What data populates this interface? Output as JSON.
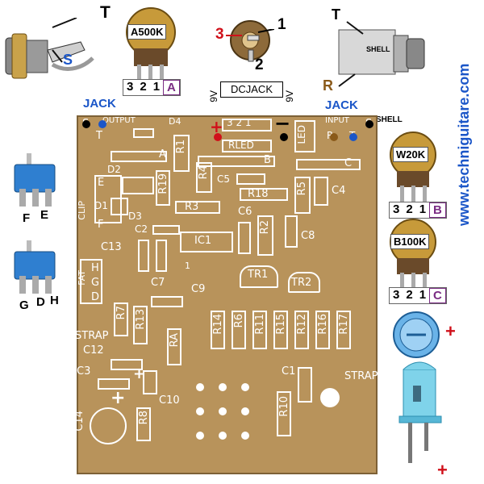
{
  "jack_left": {
    "t_label": "T",
    "s_label": "S",
    "title": "JACK"
  },
  "pot_a": {
    "value": "A500K",
    "pins": [
      "3",
      "2",
      "1"
    ],
    "letter": "A"
  },
  "dcjack": {
    "pin3": "3",
    "pin1": "1",
    "pin2": "2",
    "name": "DCJACK",
    "left_v": "9V",
    "right_v": "9V",
    "plus": "+",
    "minus": "−"
  },
  "jack_right": {
    "t_label": "T",
    "r_label": "R",
    "shell": "SHELL",
    "title": "JACK",
    "shell2": "SHELL"
  },
  "watermark": "www.techniguitare.com",
  "pot_b": {
    "value": "W20K",
    "pins": [
      "3",
      "2",
      "1"
    ],
    "letter": "B"
  },
  "pot_c": {
    "value": "B100K",
    "pins": [
      "3",
      "2",
      "1"
    ],
    "letter": "C"
  },
  "switch_top": {
    "left": "F",
    "right": "E"
  },
  "switch_bottom": {
    "left": "G",
    "mid": "D",
    "right": "H"
  },
  "led_plus": "+",
  "cap_plus": "+",
  "board": {
    "s_left": "S",
    "t_left": "T",
    "output": "OUTPUT",
    "d4": "D4",
    "d2": "D2",
    "d1": "D1",
    "d3": "D3",
    "a": "A",
    "b": "B",
    "c": "C",
    "r1": "R1",
    "r19": "R19",
    "rled": "RLED",
    "led": "LED",
    "pins_dc": "3 2 1",
    "input": "INPUT",
    "r_right": "R",
    "t_right": "T",
    "s_right": "S",
    "r4": "R4",
    "c5": "C5",
    "r18": "R18",
    "r5": "R5",
    "c4": "C4",
    "r3": "R3",
    "c6": "C6",
    "r2": "R2",
    "c8": "C8",
    "c2": "C2",
    "c13": "C13",
    "ic1": "IC1",
    "clip": "CLIP",
    "e": "E",
    "f": "F",
    "fat": "FAT",
    "h": "H",
    "g": "G",
    "d": "D",
    "c7": "C7",
    "one": "1",
    "c9": "C9",
    "tr1": "TR1",
    "tr2": "TR2",
    "r7": "R7",
    "r13": "R13",
    "ra": "RA",
    "r14": "R14",
    "r6": "R6",
    "r11": "R11",
    "r15": "R15",
    "r12": "R12",
    "r16": "R16",
    "r17": "R17",
    "strap_left": "STRAP",
    "c12": "C12",
    "c3": "C3",
    "c10": "C10",
    "c1": "C1",
    "strap_right": "STRAP",
    "r10": "R10",
    "c14": "C14",
    "r8": "R8",
    "plus1": "+",
    "plus2": "+"
  },
  "colors": {
    "board": "#b8935b",
    "silk": "#ffffff",
    "pot_body": "#6a4a2a",
    "switch": "#2f7fd0",
    "red": "#d0101a",
    "blue_text": "#1b56c8"
  }
}
